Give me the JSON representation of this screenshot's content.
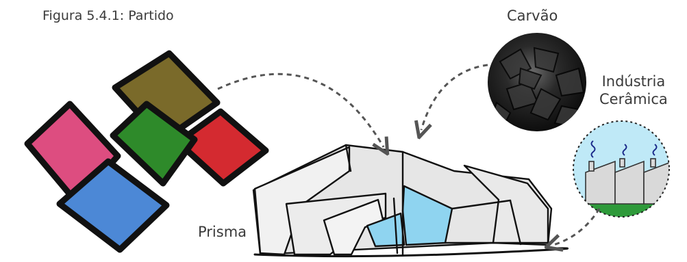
{
  "caption": "Figura 5.4.1: Partido",
  "labels": {
    "coal": "Carvão",
    "industry_line1": "Indústria",
    "industry_line2": "Cerâmica",
    "prism": "Prisma"
  },
  "colors": {
    "olive": "#7a6a2a",
    "green": "#2e8a2a",
    "red": "#d42a30",
    "pink": "#dd4d80",
    "blue": "#4c88d6",
    "glass": "#8fd4f0",
    "sketch_gray": "#d9d9d9",
    "sky": "#bfe9f7",
    "grass": "#2e9a3a",
    "arrow": "#555555"
  },
  "icons": [
    "colored-squares-composition",
    "coal-photo-icon",
    "ceramic-industry-icon",
    "building-sketch"
  ]
}
